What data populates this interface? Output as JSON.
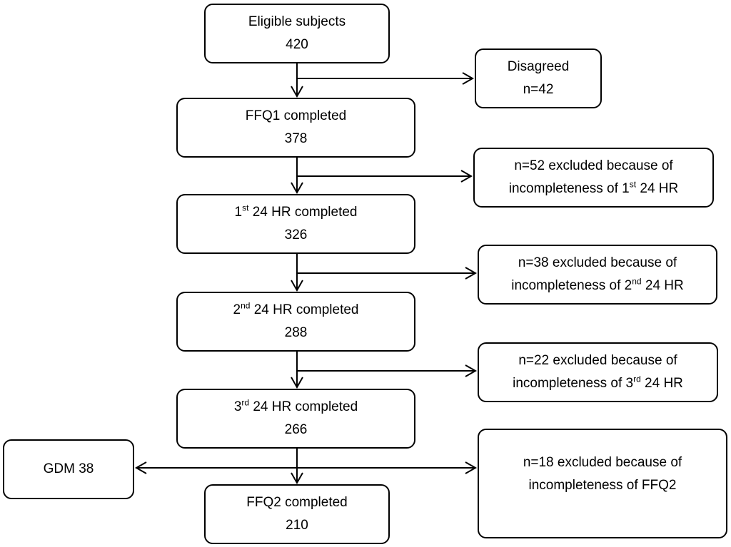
{
  "flow": {
    "eligible": {
      "label": "Eligible subjects",
      "count": "420"
    },
    "ffq1": {
      "label": "FFQ1 completed",
      "count": "378"
    },
    "hr1": {
      "ord": "1",
      "sup": "st",
      "label": " 24 HR completed",
      "count": "326"
    },
    "hr2": {
      "ord": "2",
      "sup": "nd",
      "label": " 24 HR completed",
      "count": "288"
    },
    "hr3": {
      "ord": "3",
      "sup": "rd",
      "label": " 24 HR completed",
      "count": "266"
    },
    "ffq2": {
      "label": "FFQ2 completed",
      "count": "210"
    }
  },
  "exclusions": {
    "disagreed": {
      "label": "Disagreed",
      "count": "n=42"
    },
    "ex1": {
      "line1": "n=52 excluded because of",
      "pre": "incompleteness of 1",
      "sup": "st",
      "post": " 24 HR"
    },
    "ex2": {
      "line1": "n=38 excluded because of",
      "pre": "incompleteness of 2",
      "sup": "nd",
      "post": " 24 HR"
    },
    "ex3": {
      "line1": "n=22 excluded because of",
      "pre": "incompleteness of 3",
      "sup": "rd",
      "post": " 24 HR"
    },
    "ex4": {
      "line1": "n=18 excluded because of",
      "line2": "incompleteness of FFQ2"
    }
  },
  "gdm": {
    "label": "GDM 38"
  }
}
